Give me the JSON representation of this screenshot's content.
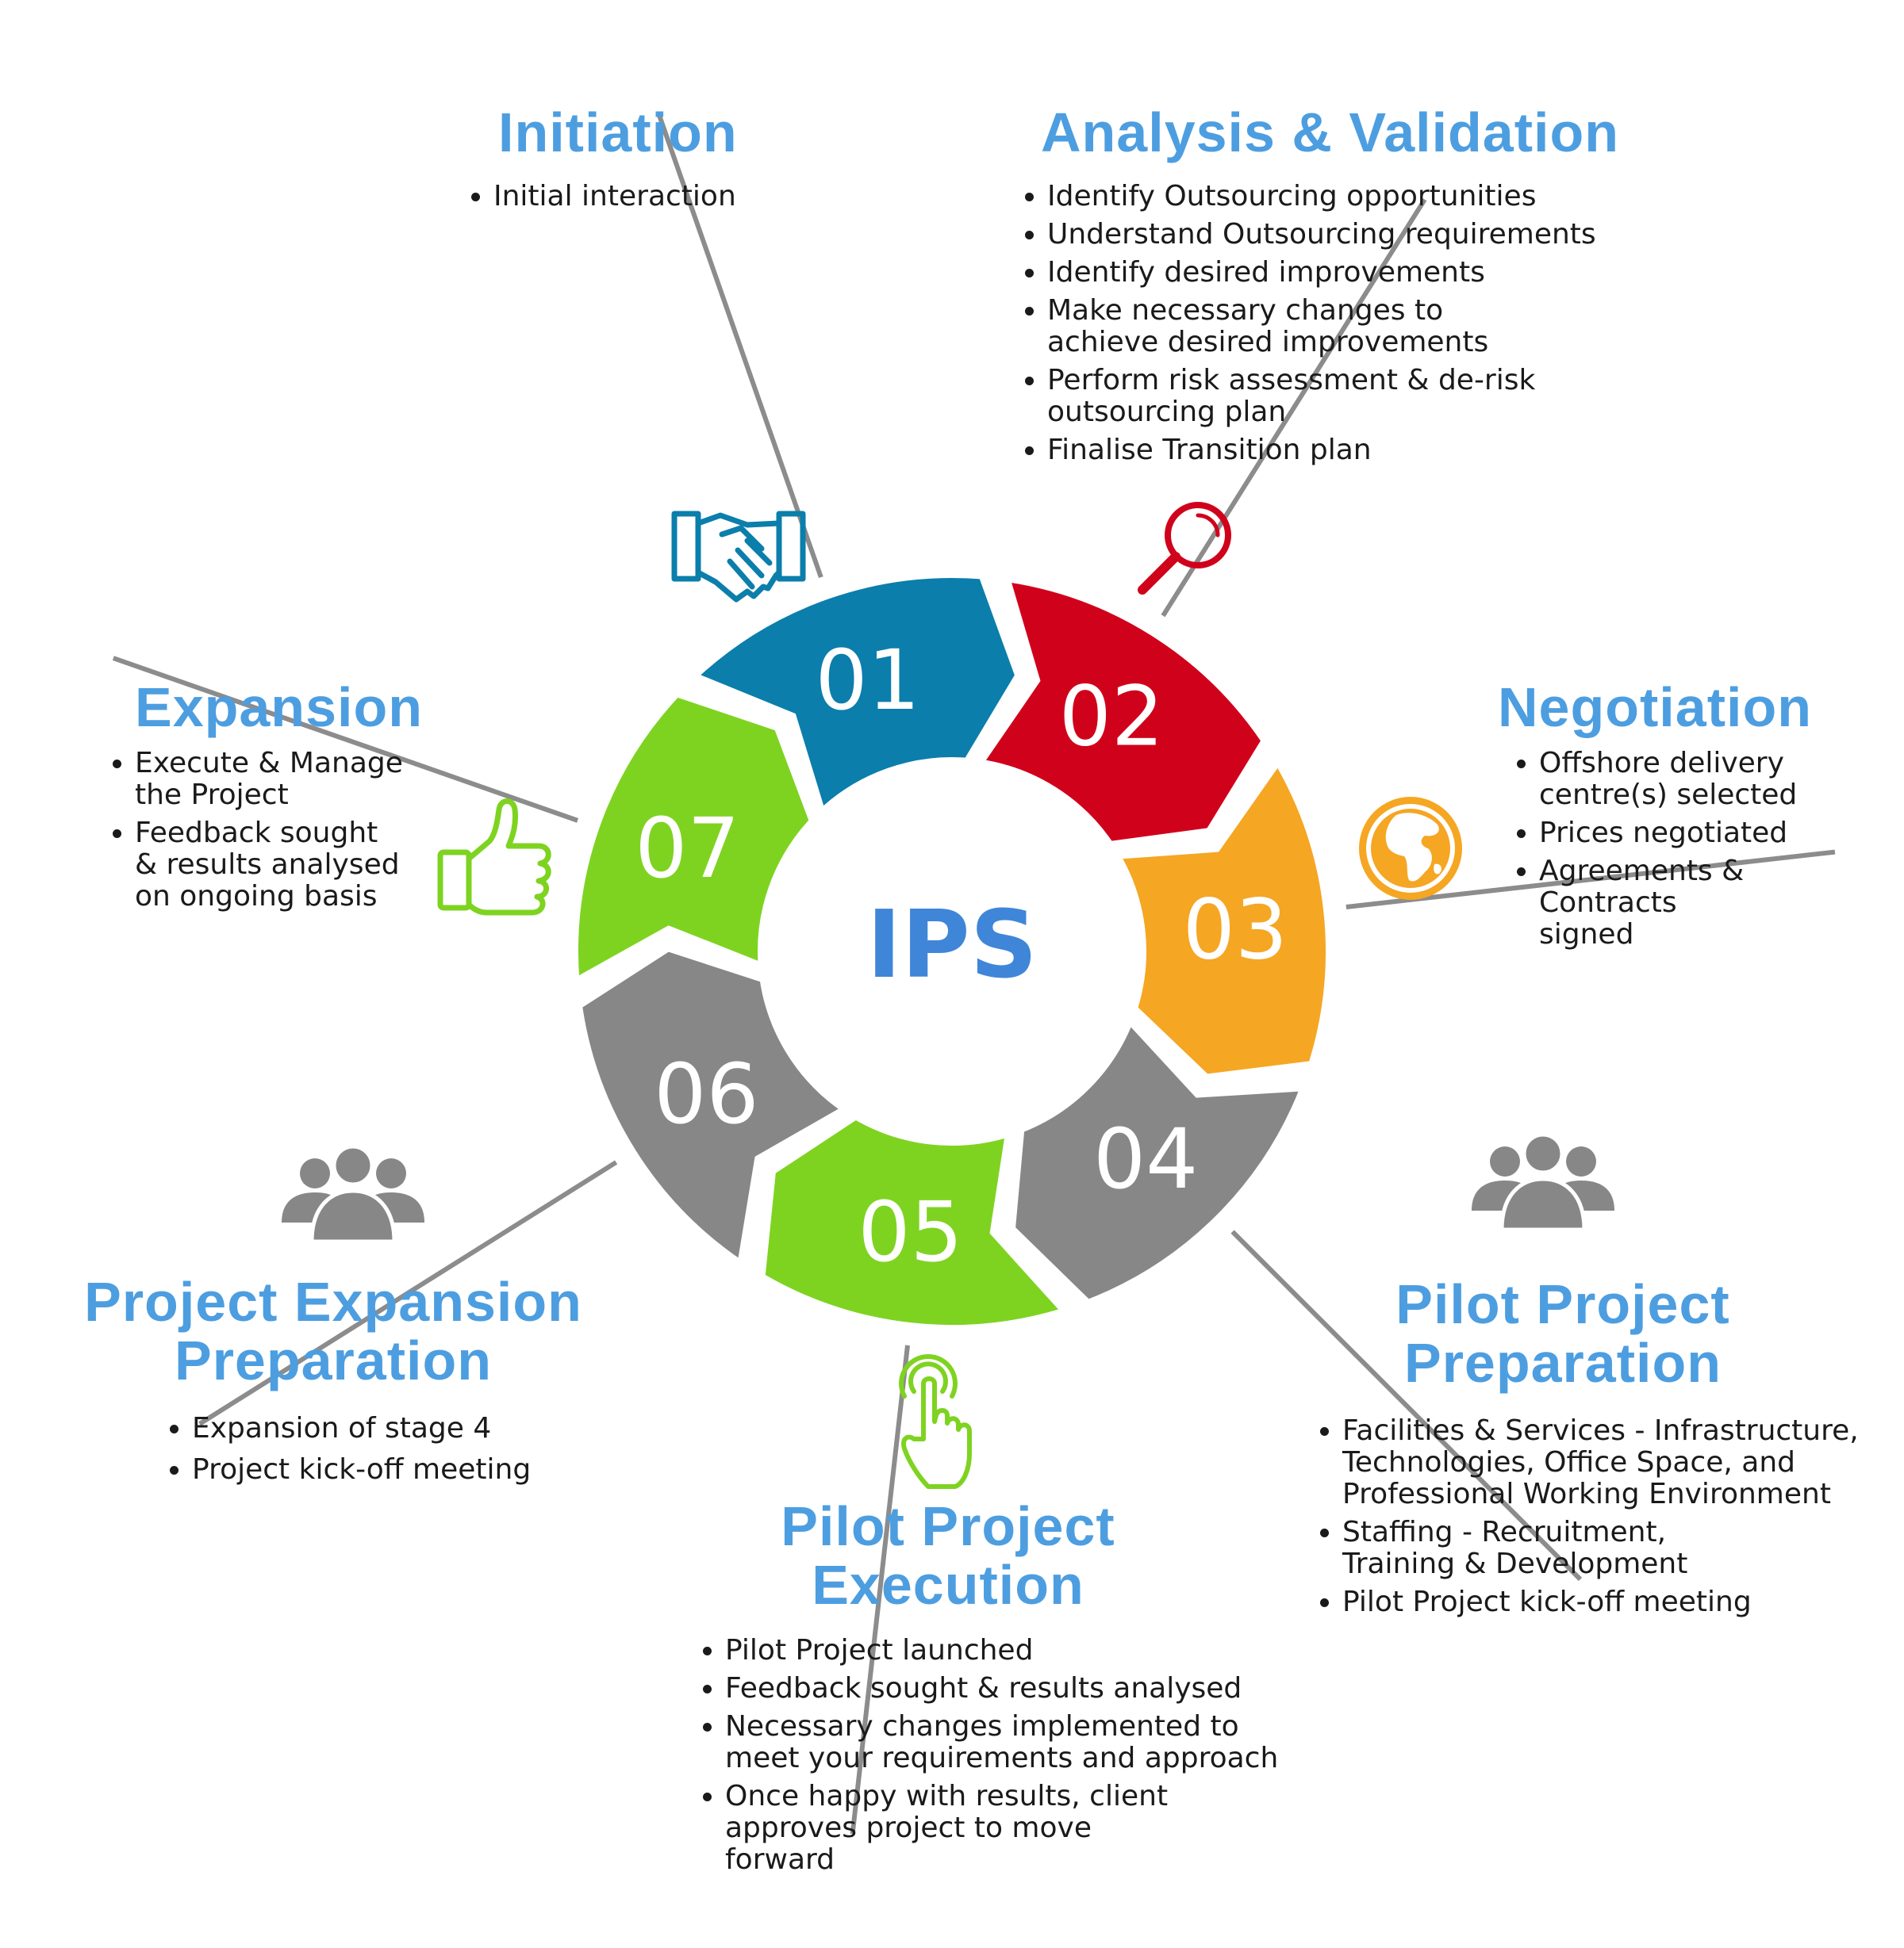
{
  "colors": {
    "title": "#4d9ee0",
    "center": "#3f86d8",
    "line": "#8c8c8c",
    "s01": "#0b7eab",
    "s02": "#d0021b",
    "s03": "#f5a623",
    "s04": "#878787",
    "s05": "#7ed321",
    "s06": "#878787",
    "s07": "#7ed321"
  },
  "center_label": "IPS",
  "segments": [
    {
      "number": "01",
      "color": "#0b7eab",
      "icon": "handshake-icon"
    },
    {
      "number": "02",
      "color": "#d0021b",
      "icon": "magnifier-icon"
    },
    {
      "number": "03",
      "color": "#f5a623",
      "icon": "globe-icon"
    },
    {
      "number": "04",
      "color": "#878787",
      "icon": "team-icon"
    },
    {
      "number": "05",
      "color": "#7ed321",
      "icon": "touch-hand-icon"
    },
    {
      "number": "06",
      "color": "#878787",
      "icon": "team-icon"
    },
    {
      "number": "07",
      "color": "#7ed321",
      "icon": "thumbs-up-icon"
    }
  ],
  "sections": {
    "initiation": {
      "title": "Initiation",
      "bullets": [
        "Initial interaction"
      ]
    },
    "analysis": {
      "title": "Analysis & Validation",
      "bullets": [
        "Identify Outsourcing opportunities",
        "Understand Outsourcing requirements",
        "Identify desired improvements",
        "Make necessary changes to achieve desired improvements",
        "Perform risk assessment & de-risk outsourcing plan",
        "Finalise Transition plan"
      ]
    },
    "negotiation": {
      "title": "Negotiation",
      "bullets": [
        "Offshore delivery centre(s) selected",
        "Prices negotiated",
        "Agreements & Contracts signed"
      ]
    },
    "pilot_prep": {
      "title_line1": "Pilot Project",
      "title_line2": "Preparation",
      "bullets": [
        "Facilities & Services - Infrastructure, Technologies, Office Space, and Professional Working Environment",
        "Staffing - Recruitment, Training & Development",
        "Pilot Project kick-off meeting"
      ]
    },
    "pilot_exec": {
      "title_line1": "Pilot Project",
      "title_line2": "Execution",
      "bullets": [
        "Pilot Project launched",
        "Feedback sought & results analysed",
        "Necessary changes implemented to meet your requirements and approach",
        "Once happy with results, client approves project to move forward"
      ]
    },
    "expansion_prep": {
      "title_line1": "Project Expansion",
      "title_line2": "Preparation",
      "bullets": [
        "Expansion of stage 4",
        "Project kick-off meeting"
      ]
    },
    "expansion": {
      "title": "Expansion",
      "bullets": [
        "Execute & Manage the Project",
        "Feedback sought & results analysed on ongoing basis"
      ]
    }
  }
}
